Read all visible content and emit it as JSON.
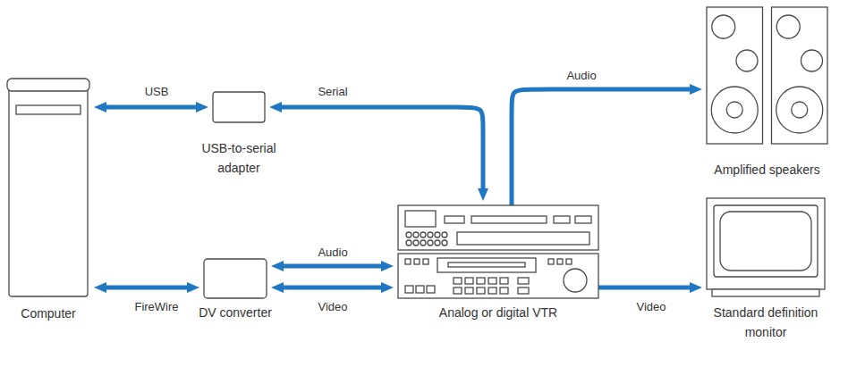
{
  "diagram": {
    "nodes": [
      {
        "text": [
          "Computer"
        ]
      },
      {
        "text": [
          "USB-to-serial adapter"
        ]
      },
      {
        "text": [
          "Amplified speakers"
        ]
      },
      {
        "text": [
          "DV converter"
        ]
      },
      {
        "text": [
          "Analog or digital VTR"
        ]
      },
      {
        "text": [
          "Standard definition monitor"
        ]
      }
    ],
    "edges": [
      {
        "from": 0,
        "to": 1,
        "label": "USB",
        "arrow": "both"
      },
      {
        "from": 1,
        "to": 4,
        "label": "Serial",
        "arrow": "both"
      },
      {
        "from": 4,
        "to": 2,
        "label": "Audio",
        "arrow": "to"
      },
      {
        "from": 0,
        "to": 3,
        "label": "FireWire",
        "arrow": "both"
      },
      {
        "from": 3,
        "to": 4,
        "label": "Audio",
        "arrow": "both"
      },
      {
        "from": 3,
        "to": 4,
        "label": "Video",
        "arrow": "both"
      },
      {
        "from": 4,
        "to": 5,
        "label": "Video",
        "arrow": "to"
      }
    ]
  }
}
